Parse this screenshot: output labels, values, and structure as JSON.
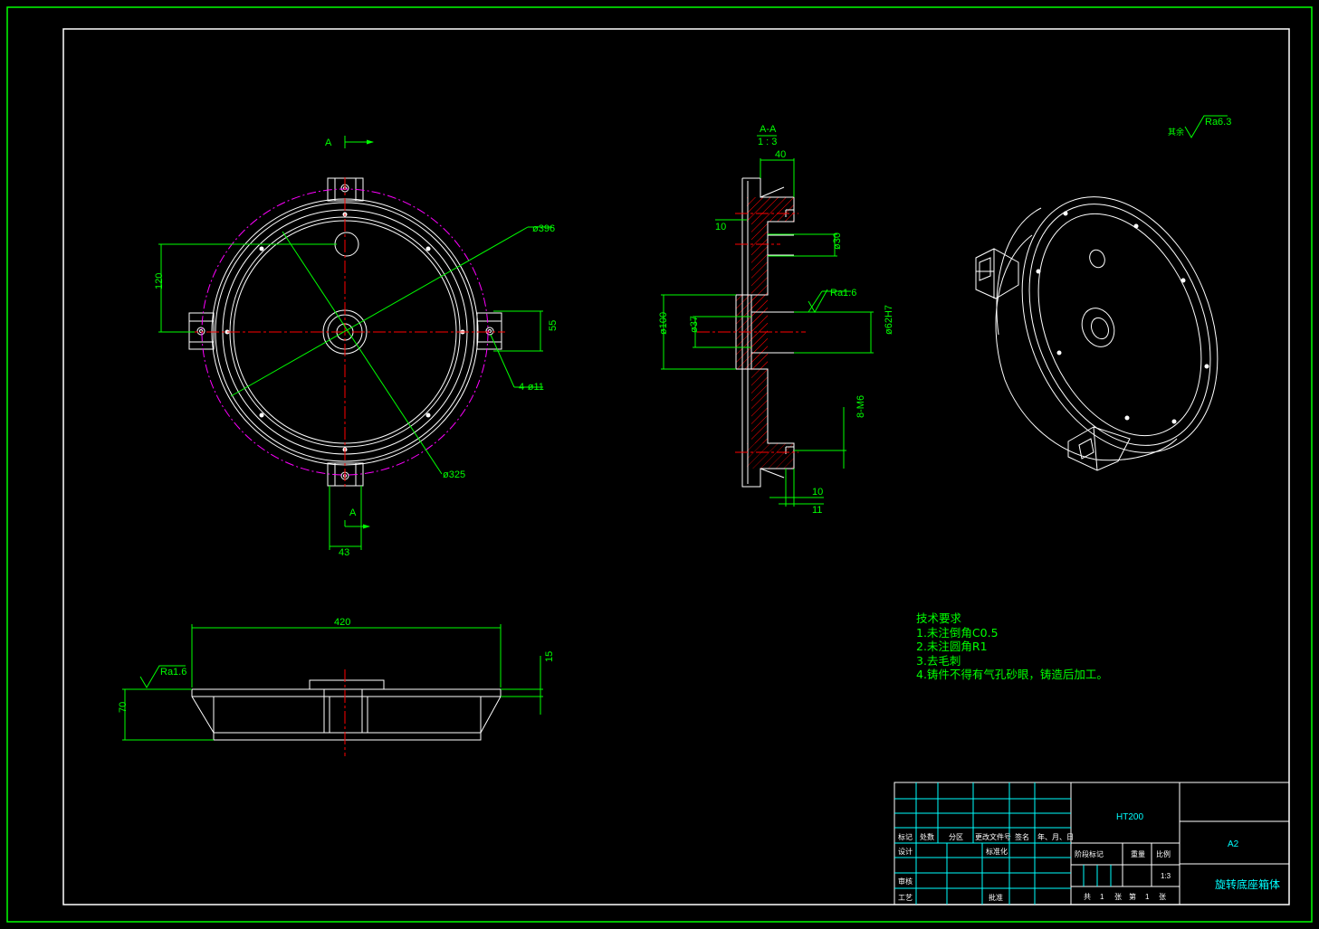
{
  "colors": {
    "background": "#000000",
    "frame_outer": "#00ff00",
    "geometry": "#ffffff",
    "dimension": "#00ff00",
    "centerline": "#ff0000",
    "phantom": "#ff00ff",
    "title_text": "#00ffff",
    "hatch": "#ff0000"
  },
  "top_view": {
    "section_mark_top": "A",
    "section_mark_bottom": "A",
    "dim_120": "120",
    "dim_396": "ø396",
    "dim_55": "55",
    "dim_holes": "4-ø11",
    "dim_325": "ø325",
    "dim_43": "43"
  },
  "section_view": {
    "title": "A-A",
    "scale": "1 : 3",
    "dim_40": "40",
    "dim_10_left": "10",
    "dim_30": "ø30",
    "roughness": "Ra1.6",
    "dim_100": "ø100",
    "dim_37": "ø37",
    "dim_62": "ø62H7",
    "dim_m6": "8-M6",
    "dim_10_bottom": "10",
    "dim_11": "11"
  },
  "roughness_note": {
    "prefix": "其余",
    "value": "Ra6.3"
  },
  "front_view": {
    "dim_420": "420",
    "roughness": "Ra1.6",
    "dim_70": "70",
    "dim_15": "15"
  },
  "tech_requirements": {
    "title": "技术要求",
    "items": [
      "1.未注倒角C0.5",
      "2.未注圆角R1",
      "3.去毛刺",
      "4.铸件不得有气孔砂眼，铸造后加工。"
    ]
  },
  "title_block": {
    "material": "HT200",
    "sheet_size": "A2",
    "part_name": "旋转底座箱体",
    "scale": "1:3",
    "headers": {
      "mark": "标记",
      "count": "处数",
      "zone": "分区",
      "change_doc": "更改文件号",
      "signature": "签名",
      "date": "年、月、日",
      "design": "设计",
      "standardize": "标准化",
      "review": "审核",
      "process": "工艺",
      "approve": "批准",
      "stage_mark": "阶段标记",
      "weight": "重量",
      "ratio": "比例",
      "total": "共",
      "total_num": "1",
      "sheet_unit": "张",
      "page_label": "第",
      "page_num": "1"
    }
  }
}
